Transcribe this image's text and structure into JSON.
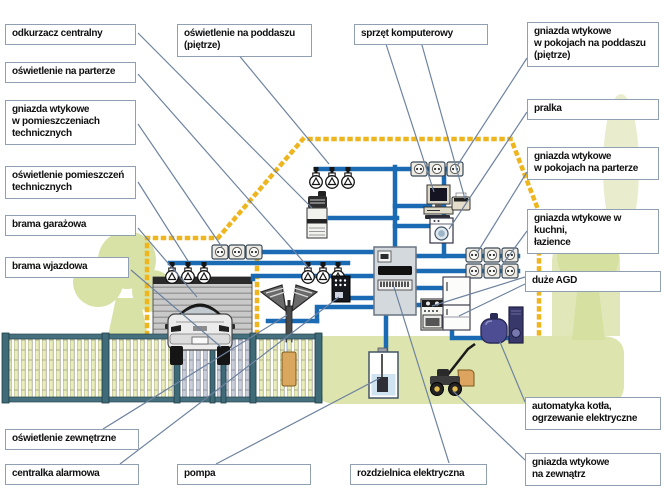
{
  "callouts": {
    "odkurzacz_centralny": "odkurzacz centralny",
    "oswietlenie_na_parterze": "oświetlenie na parterze",
    "gniazda_pomieszczenia_techniczne": "gniazda wtykowe\nw pomieszczeniach\ntechnicznych",
    "oswietlenie_pomieszczen_technicznych": "oświetlenie pomieszczeń\ntechnicznych",
    "brama_garazowa": "brama garażowa",
    "brama_wjazdowa": "brama wjazdowa",
    "oswietlenie_zewnetrzne": "oświetlenie zewnętrzne",
    "centralka_alarmowa": "centralka alarmowa",
    "pompa": "pompa",
    "rozdzielnica_elektryczna": "rozdzielnica elektryczna",
    "oswietlenie_na_poddaszu": "oświetlenie na poddaszu\n(piętrze)",
    "sprzet_komputerowy": "sprzęt komputerowy",
    "gniazda_pokoje_poddasze": "gniazda wtykowe\nw pokojach na poddaszu\n(piętrze)",
    "pralka": "pralka",
    "gniazda_pokoje_parter": "gniazda wtykowe\nw pokojach na parterze",
    "gniazda_kuchnia_lazienka": "gniazda wtykowe w kuchni,\nłazience",
    "duze_agd": "duże AGD",
    "automatyka_kotla": "automatyka kotła,\nogrzewanie elektryczne",
    "gniazda_na_zewnatrz": "gniazda wtykowe\nna zewnątrz"
  },
  "icons": {
    "ceiling-lamp-icon": "hanging light bulb",
    "socket-icon": "wall plug socket",
    "distribution-panel-icon": "electrical switchboard with breakers",
    "computer-icon": "monitor, desktop case, keyboard",
    "printer-icon": "printer",
    "washing-machine-icon": "front loader washer",
    "stove-icon": "electric cooker",
    "fridge-icon": "fridge-freezer",
    "boiler-icon": "boiler tank",
    "heater-icon": "electric heater column",
    "vacuum-icon": "central vacuum unit",
    "alarm-panel-icon": "alarm control unit",
    "pump-icon": "water pump in well",
    "mower-icon": "electric lawn mower",
    "street-lamp-icon": "outdoor double lamp post",
    "gate-drive-icon": "gate drive box",
    "car-icon": "car at garage",
    "garage-door-icon": "sectional garage door",
    "fence-icon": "fence with entrance gate",
    "tree-icon": "garden trees"
  },
  "colors": {
    "wire_blue": "#1a6bb4",
    "house_outline_dash": "#efb51f",
    "grass": "#dde4ae",
    "tree": "#d6e0a0",
    "label_border": "#90a0b2",
    "pointer_line": "#6e83a0"
  }
}
